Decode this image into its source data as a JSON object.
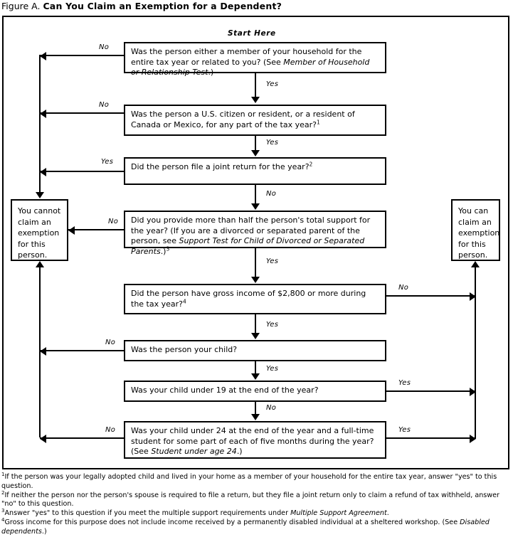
{
  "figure": {
    "label": "Figure A.",
    "title": "Can You Claim an Exemption for a Dependent?"
  },
  "start_label": "Start Here",
  "flowchart": {
    "type": "decision-flowchart",
    "nodes": [
      {
        "id": "q1",
        "kind": "decision",
        "text_html": "Was the person either a member of your household for the entire tax year or related to you? (See <i>Member of Household or Relationship Test</i>.)",
        "text": "Was the person either a member of your household for the entire tax year or related to you? (See Member of Household or Relationship Test.)"
      },
      {
        "id": "q2",
        "kind": "decision",
        "text_html": "Was the person a U.S. citizen or resident, or a resident of Canada or Mexico, for any part of the tax year?<sup>1</sup>",
        "text": "Was the person a U.S. citizen or resident, or a resident of Canada or Mexico, for any part of the tax year?1"
      },
      {
        "id": "q3",
        "kind": "decision",
        "text_html": "Did the person file a joint return for the year?<sup>2</sup>",
        "text": "Did the person file a joint return for the year?2"
      },
      {
        "id": "q4",
        "kind": "decision",
        "text_html": "Did you provide more than half the person's total support for the year? (If you are a divorced or separated parent of the person, see <i>Support Test for Child of Divorced or Separated Parents</i>.)<sup>3</sup>",
        "text": "Did you provide more than half the person's total support for the year? (If you are a divorced or separated parent of the person, see Support Test for Child of Divorced or Separated Parents.)3"
      },
      {
        "id": "q5",
        "kind": "decision",
        "text_html": "Did the person have gross income of $2,800 or more during the tax year?<sup>4</sup>",
        "text": "Did the person have gross income of $2,800 or more during the tax year?4"
      },
      {
        "id": "q6",
        "kind": "decision",
        "text_html": "Was the person your child?",
        "text": "Was the person your child?"
      },
      {
        "id": "q7",
        "kind": "decision",
        "text_html": "Was your child under 19 at the end of the year?",
        "text": "Was your child under 19 at the end of the year?"
      },
      {
        "id": "q8",
        "kind": "decision",
        "text_html": "Was your child under 24 at the end of the year and a full-time student for some part of each of five months during the year? (See <i>Student under age 24</i>.)",
        "text": "Was your child under 24 at the end of the year and a full-time student for some part of each of five months during the year? (See Student under age 24.)"
      },
      {
        "id": "cannot",
        "kind": "terminal",
        "text_html": "You cannot claim an exemption for this person.",
        "text": "You cannot claim an exemption for this person."
      },
      {
        "id": "can",
        "kind": "terminal",
        "text_html": "You can claim an exemption for this person.",
        "text": "You can claim an exemption for this person."
      }
    ],
    "edges": [
      {
        "from": "q1",
        "to": "cannot",
        "label": "No",
        "side": "left"
      },
      {
        "from": "q1",
        "to": "q2",
        "label": "Yes",
        "side": "down"
      },
      {
        "from": "q2",
        "to": "cannot",
        "label": "No",
        "side": "left"
      },
      {
        "from": "q2",
        "to": "q3",
        "label": "Yes",
        "side": "down"
      },
      {
        "from": "q3",
        "to": "cannot",
        "label": "Yes",
        "side": "left"
      },
      {
        "from": "q3",
        "to": "q4",
        "label": "No",
        "side": "down"
      },
      {
        "from": "q4",
        "to": "cannot",
        "label": "No",
        "side": "left"
      },
      {
        "from": "q4",
        "to": "q5",
        "label": "Yes",
        "side": "down"
      },
      {
        "from": "q5",
        "to": "can",
        "label": "No",
        "side": "right"
      },
      {
        "from": "q5",
        "to": "q6",
        "label": "Yes",
        "side": "down"
      },
      {
        "from": "q6",
        "to": "cannot",
        "label": "No",
        "side": "left"
      },
      {
        "from": "q6",
        "to": "q7",
        "label": "Yes",
        "side": "down"
      },
      {
        "from": "q7",
        "to": "can",
        "label": "Yes",
        "side": "right"
      },
      {
        "from": "q7",
        "to": "q8",
        "label": "No",
        "side": "down"
      },
      {
        "from": "q8",
        "to": "cannot",
        "label": "No",
        "side": "left"
      },
      {
        "from": "q8",
        "to": "can",
        "label": "Yes",
        "side": "right"
      }
    ],
    "edge_labels": {
      "e1_no": "No",
      "e1_yes": "Yes",
      "e2_no": "No",
      "e2_yes": "Yes",
      "e3_yes": "Yes",
      "e3_no": "No",
      "e4_no": "No",
      "e4_yes": "Yes",
      "e5_no": "No",
      "e5_yes": "Yes",
      "e6_no": "No",
      "e6_yes": "Yes",
      "e7_yes": "Yes",
      "e7_no": "No",
      "e8_no": "No",
      "e8_yes": "Yes"
    }
  },
  "footnotes": [
    {
      "marker": "1",
      "text_html": "If the person was your legally adopted child and lived in your home as a member of your household for the entire tax year, answer \"yes\" to this question.",
      "text": "If the person was your legally adopted child and lived in your home as a member of your household for the entire tax year, answer \"yes\" to this question."
    },
    {
      "marker": "2",
      "text_html": "If neither the person nor the person's spouse is required to file a return, but they file a joint return only to claim a refund of tax withheld, answer \"no\" to this question.",
      "text": "If neither the person nor the person's spouse is required to file a return, but they file a joint return only to claim a refund of tax withheld, answer \"no\" to this question."
    },
    {
      "marker": "3",
      "text_html": "Answer \"yes\" to this question if you meet the multiple support requirements under <i>Multiple Support Agreement</i>.",
      "text": "Answer \"yes\" to this question if you meet the multiple support requirements under Multiple Support Agreement."
    },
    {
      "marker": "4",
      "text_html": "Gross income for this purpose does not include income received by a permanently disabled individual at a sheltered workshop. (See <i>Disabled dependents</i>.)",
      "text": "Gross income for this purpose does not include income received by a permanently disabled individual at a sheltered workshop. (See Disabled dependents.)"
    }
  ],
  "colors": {
    "ink": "#000000",
    "paper": "#ffffff"
  }
}
